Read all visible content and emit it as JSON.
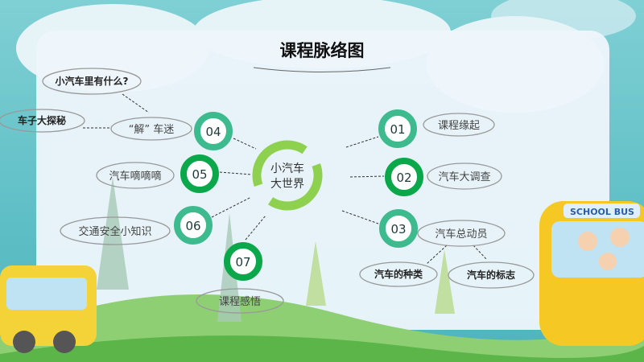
{
  "slide": {
    "title": "课程脉络图",
    "center": {
      "line1": "小汽车",
      "line2": "大世界"
    },
    "nodes": [
      {
        "num": "01",
        "label": "课程缘起"
      },
      {
        "num": "02",
        "label": "汽车大调查"
      },
      {
        "num": "03",
        "label": "汽车总动员",
        "children": [
          "汽车的种类",
          "汽车的标志"
        ]
      },
      {
        "num": "04",
        "label": "“解” 车迷",
        "children": [
          "小汽车里有什么?",
          "车子大探秘"
        ]
      },
      {
        "num": "05",
        "label": "汽车嘀嘀嘀"
      },
      {
        "num": "06",
        "label": "交通安全小知识"
      },
      {
        "num": "07",
        "label": "课程感悟"
      }
    ],
    "bus_sign": "SCHOOL BUS"
  },
  "colors": {
    "teal_ring": "#3dbb8e",
    "green_ring": "#0aa84a",
    "center_ring": "#8dd14f"
  }
}
